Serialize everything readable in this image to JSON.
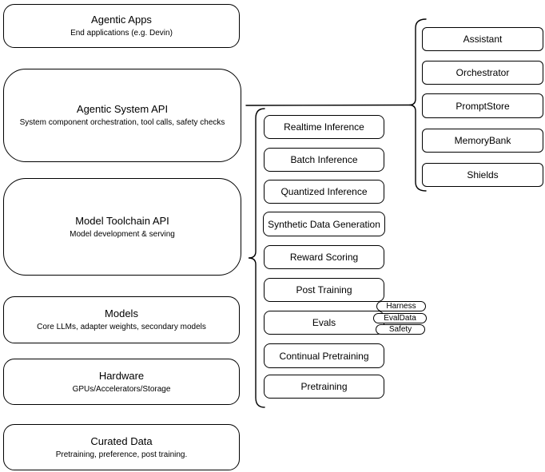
{
  "diagram": {
    "colors": {
      "stroke": "#000000",
      "fill": "#ffffff",
      "background": "#ffffff"
    },
    "left_column": {
      "items": [
        {
          "title": "Agentic Apps",
          "subtitle": "End applications (e.g. Devin)"
        },
        {
          "title": "Agentic System API",
          "subtitle": "System component orchestration, tool calls, safety checks"
        },
        {
          "title": "Model Toolchain API",
          "subtitle": "Model development & serving"
        },
        {
          "title": "Models",
          "subtitle": "Core LLMs, adapter weights, secondary models"
        },
        {
          "title": "Hardware",
          "subtitle": "GPUs/Accelerators/Storage"
        },
        {
          "title": "Curated Data",
          "subtitle": "Pretraining, preference, post training."
        }
      ]
    },
    "toolchain_group": {
      "items": [
        "Realtime Inference",
        "Batch Inference",
        "Quantized Inference",
        "Synthetic Data Generation",
        "Reward Scoring",
        "Post Training",
        "Evals",
        "Continual Pretraining",
        "Pretraining"
      ],
      "evals_tags": [
        "Harness",
        "EvalData",
        "Safety"
      ]
    },
    "system_components_group": {
      "items": [
        "Assistant",
        "Orchestrator",
        "PromptStore",
        "MemoryBank",
        "Shields"
      ]
    }
  }
}
